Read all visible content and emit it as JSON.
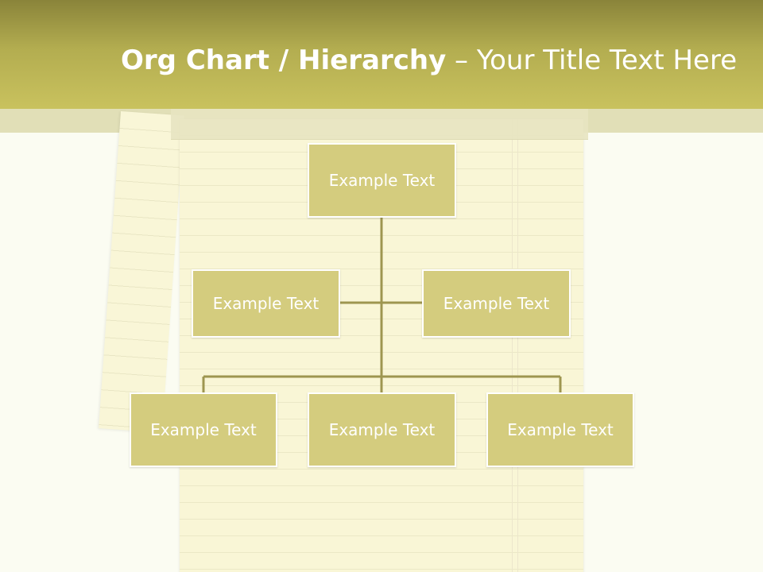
{
  "title": {
    "bold": "Org Chart / Hierarchy",
    "light": "– Your Title Text Here"
  },
  "colors": {
    "header": "#c9c25e",
    "node_fill": "#d4cc7e",
    "connector": "#9e9650",
    "paper": "#f9f6d6"
  },
  "org_chart": {
    "root": "Example Text",
    "assistants": [
      "Example Text",
      "Example Text"
    ],
    "children": [
      "Example Text",
      "Example Text",
      "Example Text"
    ]
  }
}
